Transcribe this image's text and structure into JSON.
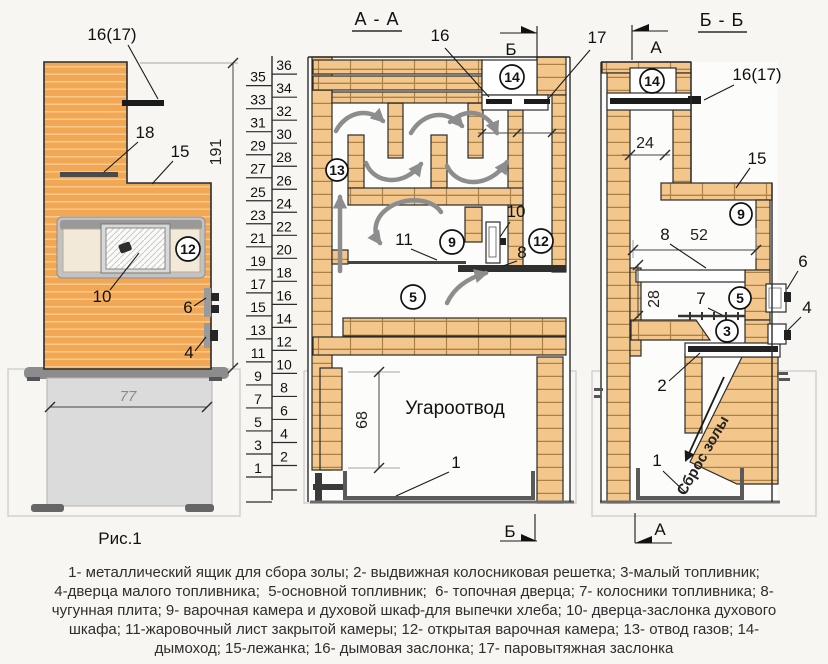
{
  "colors": {
    "background": "#f7f6f2",
    "brick_section": "#f3c78c",
    "brick_joint": "#aa8149",
    "brick_side": "#f1a753",
    "stripe_side": "#f8c98b",
    "metal_dark": "#1b1b1b",
    "base_gray": "#dbdbdb",
    "arrow_gray": "#8d8d8d",
    "outline": "#2b2b2b"
  },
  "titles": {
    "figure": "Рис.1",
    "section_aa": "А - А",
    "section_bb": "Б - Б"
  },
  "markers": {
    "a": "А",
    "b": "Б"
  },
  "scale": {
    "odd": [
      "1",
      "3",
      "5",
      "7",
      "9",
      "11",
      "13",
      "15",
      "17",
      "19",
      "21",
      "23",
      "25",
      "27",
      "29",
      "31",
      "33",
      "35"
    ],
    "even": [
      "2",
      "4",
      "6",
      "8",
      "10",
      "12",
      "14",
      "16",
      "18",
      "20",
      "22",
      "24",
      "26",
      "28",
      "30",
      "32",
      "34",
      "36"
    ]
  },
  "dims": {
    "height_total": "191",
    "base_width": "77",
    "ugar_height": "68",
    "flue_width": "24",
    "chamber_width": "52",
    "firebox_height": "28"
  },
  "callouts": {
    "lv_damper": "16(17)",
    "lv_18": "18",
    "lv_15": "15",
    "lv_10": "10",
    "lv_12": "12",
    "lv_6": "6",
    "lv_4": "4",
    "aa_16": "16",
    "aa_17": "17",
    "aa_14": "14",
    "aa_13": "13",
    "aa_10": "10",
    "aa_11": "11",
    "aa_9": "9",
    "aa_12": "12",
    "aa_8": "8",
    "aa_5": "5",
    "aa_1": "1",
    "bb_14": "14",
    "bb_damper": "16(17)",
    "bb_15": "15",
    "bb_9": "9",
    "bb_8": "8",
    "bb_52": "52",
    "bb_28": "28",
    "bb_24": "24",
    "bb_7": "7",
    "bb_5": "5",
    "bb_3": "3",
    "bb_6": "6",
    "bb_4": "4",
    "bb_2": "2",
    "bb_1": "1"
  },
  "annotations": {
    "fume_outlet": "Угароотвод",
    "ash_dump": "Сброс золы"
  },
  "legend": {
    "lines": [
      "1- металлический ящик для сбора золы; 2- выдвижная колосниковая решетка; 3-малый топливник;",
      "4-дверца малого топливника;  5-основной топливник;  6- топочная дверца; 7- колосники топливника; 8-",
      "чугунная плита; 9- варочная камера и духовой шкаф-для выпечки хлеба; 10- дверца-заслонка духового",
      "шкафа; 11-жаровочный лист закрытой камеры; 12- открытая варочная камера; 13- отвод газов; 14-",
      "дымоход; 15-лежанка; 16- дымовая заслонка; 17- паровытяжная заслонка"
    ]
  }
}
